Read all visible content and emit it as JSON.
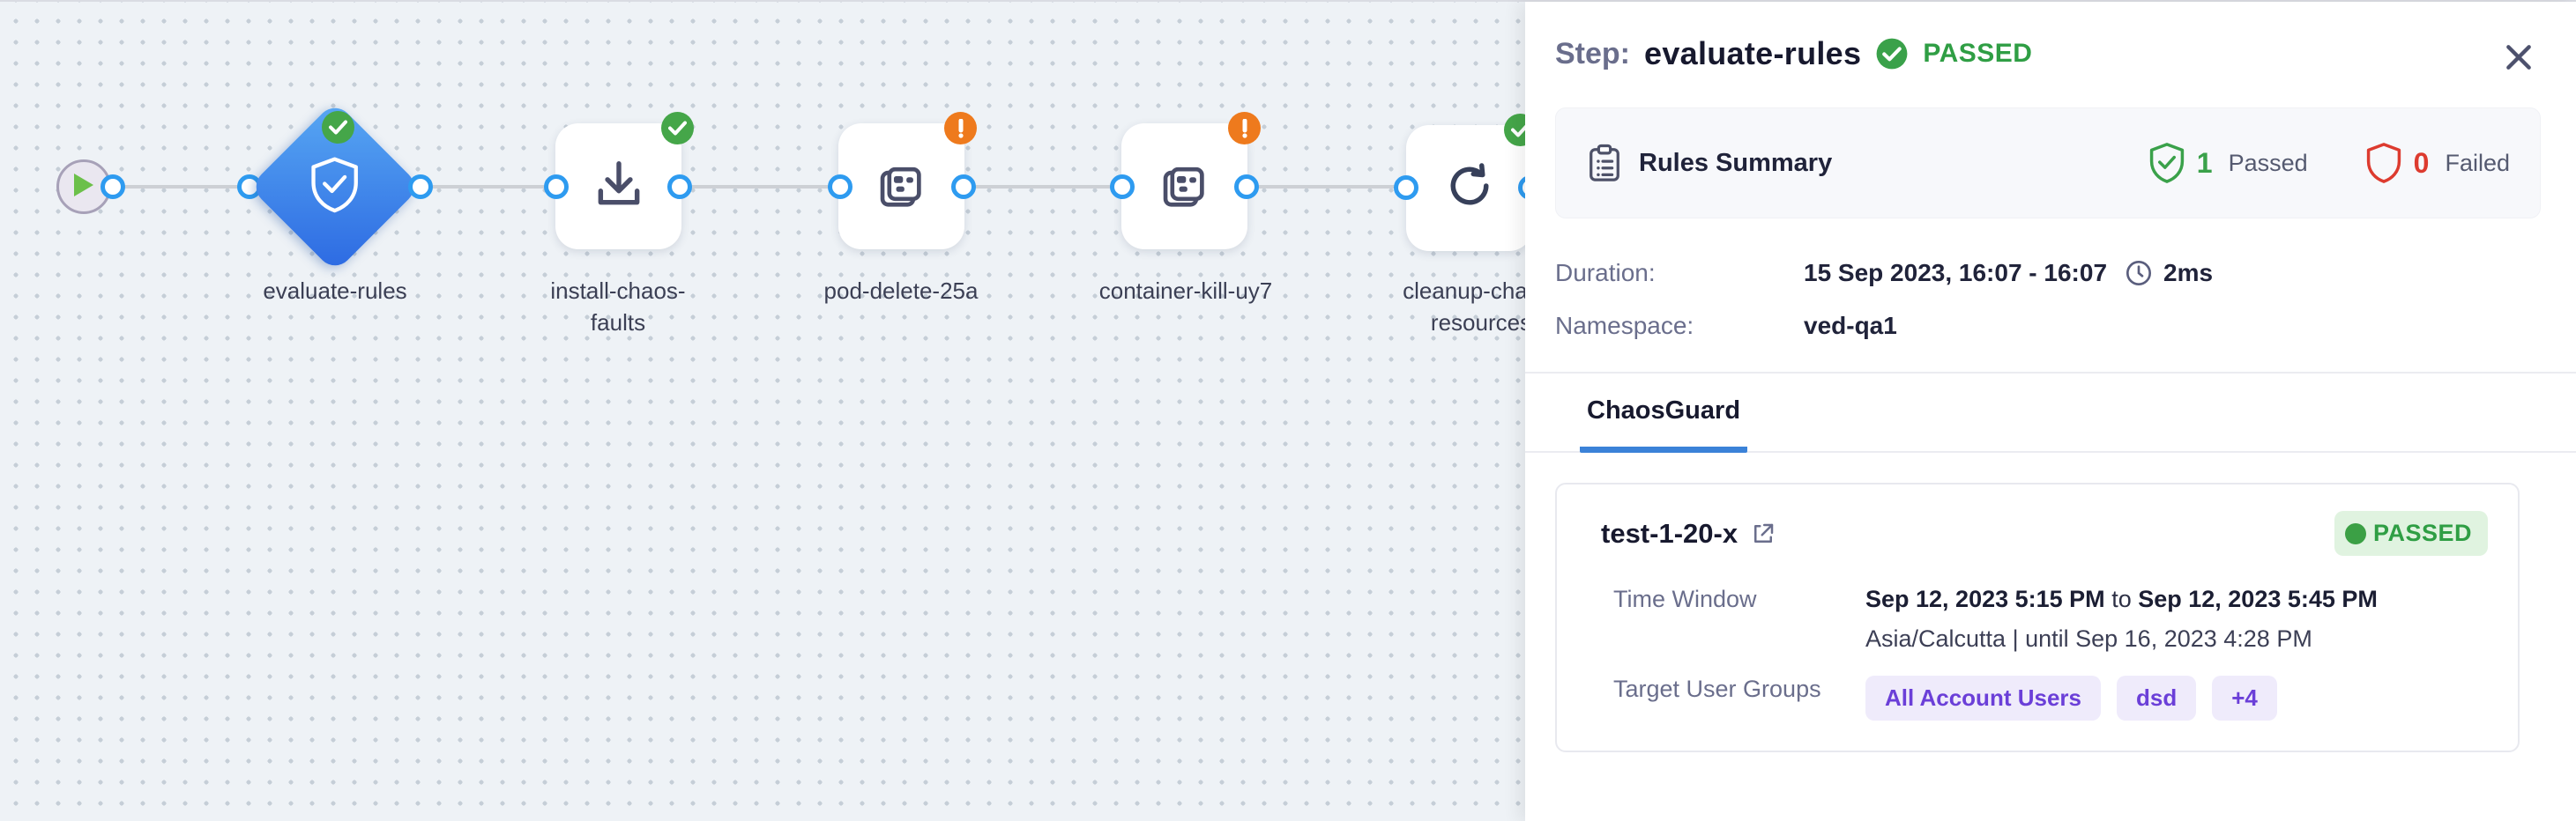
{
  "canvas": {
    "start_node": {
      "icon": "play-icon"
    },
    "nodes": [
      {
        "label": "evaluate-rules",
        "status": "passed",
        "shape": "diamond",
        "icon": "shield-check-icon"
      },
      {
        "label_lines": {
          "0": "install-chaos-",
          "1": "faults"
        },
        "status": "passed",
        "shape": "square",
        "icon": "download-icon"
      },
      {
        "label": "pod-delete-25a",
        "status": "warning",
        "shape": "square",
        "icon": "chaos-fault-icon"
      },
      {
        "label": "container-kill-uy7",
        "status": "warning",
        "shape": "square",
        "icon": "chaos-fault-icon"
      },
      {
        "label_lines": {
          "0": "cleanup-chaos-",
          "1": "resources"
        },
        "status": "passed",
        "shape": "square",
        "icon": "refresh-icon"
      }
    ]
  },
  "panel": {
    "header": {
      "prefix": "Step:",
      "title": "evaluate-rules",
      "status": "PASSED"
    },
    "rules_summary": {
      "title": "Rules Summary",
      "passed_count": "1",
      "passed_label": "Passed",
      "failed_count": "0",
      "failed_label": "Failed"
    },
    "details": {
      "duration_label": "Duration:",
      "duration_value": "15 Sep 2023, 16:07 - 16:07",
      "duration_ms": "2ms",
      "namespace_label": "Namespace:",
      "namespace_value": "ved-qa1"
    },
    "tabs": [
      {
        "label": "ChaosGuard",
        "active": true
      }
    ],
    "guard_card": {
      "name": "test-1-20-x",
      "status": "PASSED",
      "time_window_label": "Time Window",
      "time_from": "Sep 12, 2023 5:15 PM",
      "time_to_word": "to",
      "time_to": "Sep 12, 2023 5:45 PM",
      "timezone_line": "Asia/Calcutta | until Sep 16, 2023 4:28 PM",
      "target_user_groups_label": "Target User Groups",
      "user_groups": {
        "0": "All Account Users",
        "1": "dsd",
        "2": "+4"
      }
    }
  },
  "colors": {
    "accent_blue": "#2e9bf0",
    "node_blue_gradient_start": "#58a8f3",
    "node_blue_gradient_end": "#2c69e2",
    "passed_green": "#2f9e44",
    "badge_green": "#45a649",
    "badge_orange": "#ee7a1d",
    "failed_red": "#dd3b2f",
    "chip_purple": "#6b3fd8",
    "tab_underline": "#3b82d8"
  }
}
